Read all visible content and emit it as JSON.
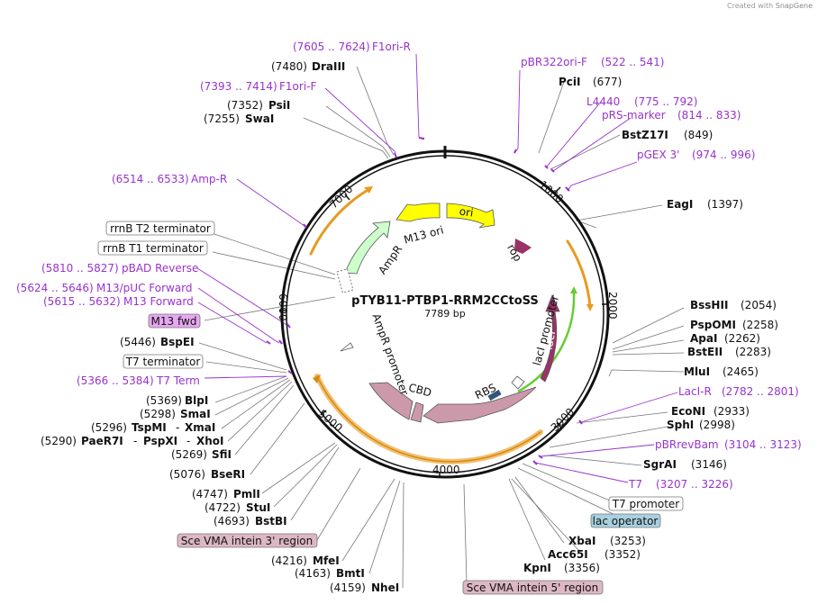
{
  "credit": {
    "prefix": "Created with",
    "brand": "SnapGene"
  },
  "plasmid": {
    "name": "pTYB11-PTBP1-RRM2CCtoSS",
    "length_label": "7789 bp"
  },
  "ticks": {
    "t1000": "1000",
    "t2000": "2000",
    "t3000": "3000",
    "t4000": "4000",
    "t5000": "5000",
    "t6000": "6000",
    "t7000": "7000"
  },
  "features": {
    "ori": "ori",
    "m13ori": "M13 ori",
    "ampr": "AmpR",
    "amprpromoter": "AmpR promoter",
    "rop": "rop",
    "laci": "lacI",
    "laciprom": "lacI promoter",
    "rbs": "RBS",
    "cbd": "CBD"
  },
  "labels": {
    "f1orir": {
      "pos": "(7605 .. 7624)",
      "name": "F1ori-R"
    },
    "draiii": {
      "pos": "(7480)",
      "name": "DraIII"
    },
    "f1orif": {
      "pos": "(7393 .. 7414)",
      "name": "F1ori-F"
    },
    "psii": {
      "pos": "(7352)",
      "name": "PsiI"
    },
    "swai": {
      "pos": "(7255)",
      "name": "SwaI"
    },
    "ampr_primer": {
      "pos": "(6514 .. 6533)",
      "name": "Amp-R"
    },
    "rrnbt2": {
      "name": "rrnB T2 terminator"
    },
    "rrnbt1": {
      "name": "rrnB T1 terminator"
    },
    "pbadrev": {
      "pos": "(5810 .. 5827)",
      "name": "pBAD Reverse"
    },
    "m13puc": {
      "pos": "(5624 .. 5646)",
      "name": "M13/pUC Forward"
    },
    "m13fwd_primer": {
      "pos": "(5615 .. 5632)",
      "name": "M13 Forward"
    },
    "m13fwd_box": {
      "name": "M13 fwd"
    },
    "bspei": {
      "pos": "(5446)",
      "name": "BspEI"
    },
    "t7term_box": {
      "name": "T7 terminator"
    },
    "t7term": {
      "pos": "(5366 .. 5384)",
      "name": "T7 Term"
    },
    "blpi": {
      "pos": "(5369)",
      "name": "BlpI"
    },
    "smai": {
      "pos": "(5298)",
      "name": "SmaI"
    },
    "tspmi": {
      "pos": "(5296)",
      "name": "TspMI",
      "extra": "XmaI"
    },
    "paer7i": {
      "pos": "(5290)",
      "name": "PaeR7I",
      "extra1": "PspXI",
      "extra2": "XhoI"
    },
    "sfii": {
      "pos": "(5269)",
      "name": "SfiI"
    },
    "bseri": {
      "pos": "(5076)",
      "name": "BseRI"
    },
    "pmli": {
      "pos": "(4747)",
      "name": "PmlI"
    },
    "stui": {
      "pos": "(4722)",
      "name": "StuI"
    },
    "bstbi": {
      "pos": "(4693)",
      "name": "BstBI"
    },
    "sce3": {
      "name": "Sce VMA intein 3' region"
    },
    "mfei": {
      "pos": "(4216)",
      "name": "MfeI"
    },
    "bmti": {
      "pos": "(4163)",
      "name": "BmtI"
    },
    "nhei": {
      "pos": "(4159)",
      "name": "NheI"
    },
    "sce5": {
      "name": "Sce VMA intein 5' region"
    },
    "pbr322ori": {
      "pos": "(522 .. 541)",
      "name": "pBR322ori-F"
    },
    "pcii": {
      "pos": "(677)",
      "name": "PciI"
    },
    "l4440": {
      "pos": "(775 .. 792)",
      "name": "L4440"
    },
    "prsmarker": {
      "pos": "(814 .. 833)",
      "name": "pRS-marker"
    },
    "bstz17i": {
      "pos": "(849)",
      "name": "BstZ17I"
    },
    "pgex3": {
      "pos": "(974 .. 996)",
      "name": "pGEX 3'"
    },
    "eagi": {
      "pos": "(1397)",
      "name": "EagI"
    },
    "bsshii": {
      "pos": "(2054)",
      "name": "BssHII"
    },
    "pspomi": {
      "pos": "(2258)",
      "name": "PspOMI"
    },
    "apai": {
      "pos": "(2262)",
      "name": "ApaI"
    },
    "bsteii": {
      "pos": "(2283)",
      "name": "BstEII"
    },
    "mlui": {
      "pos": "(2465)",
      "name": "MluI"
    },
    "lacir": {
      "pos": "(2782 .. 2801)",
      "name": "LacI-R"
    },
    "econi": {
      "pos": "(2933)",
      "name": "EcoNI"
    },
    "sphi": {
      "pos": "(2998)",
      "name": "SphI"
    },
    "pbrrevbam": {
      "pos": "(3104 .. 3123)",
      "name": "pBRrevBam"
    },
    "sgrai": {
      "pos": "(3146)",
      "name": "SgrAI"
    },
    "t7primer": {
      "pos": "(3207 .. 3226)",
      "name": "T7"
    },
    "t7prom_box": {
      "name": "T7 promoter"
    },
    "lacop_box": {
      "name": "lac operator"
    },
    "xbai": {
      "pos": "(3253)",
      "name": "XbaI"
    },
    "acc65i": {
      "pos": "(3352)",
      "name": "Acc65I"
    },
    "kpni": {
      "pos": "(3356)",
      "name": "KpnI"
    }
  },
  "colors": {
    "primer": "#9933cc",
    "ori": "#ffff00",
    "ampr": "#ccffcc",
    "laci": "#993366",
    "cbd": "#cc99aa",
    "sce_box": "#ddb8c4",
    "m13_box": "#e6a8f0",
    "lacop_box": "#a8d0e0",
    "orange": "#f0a020"
  }
}
